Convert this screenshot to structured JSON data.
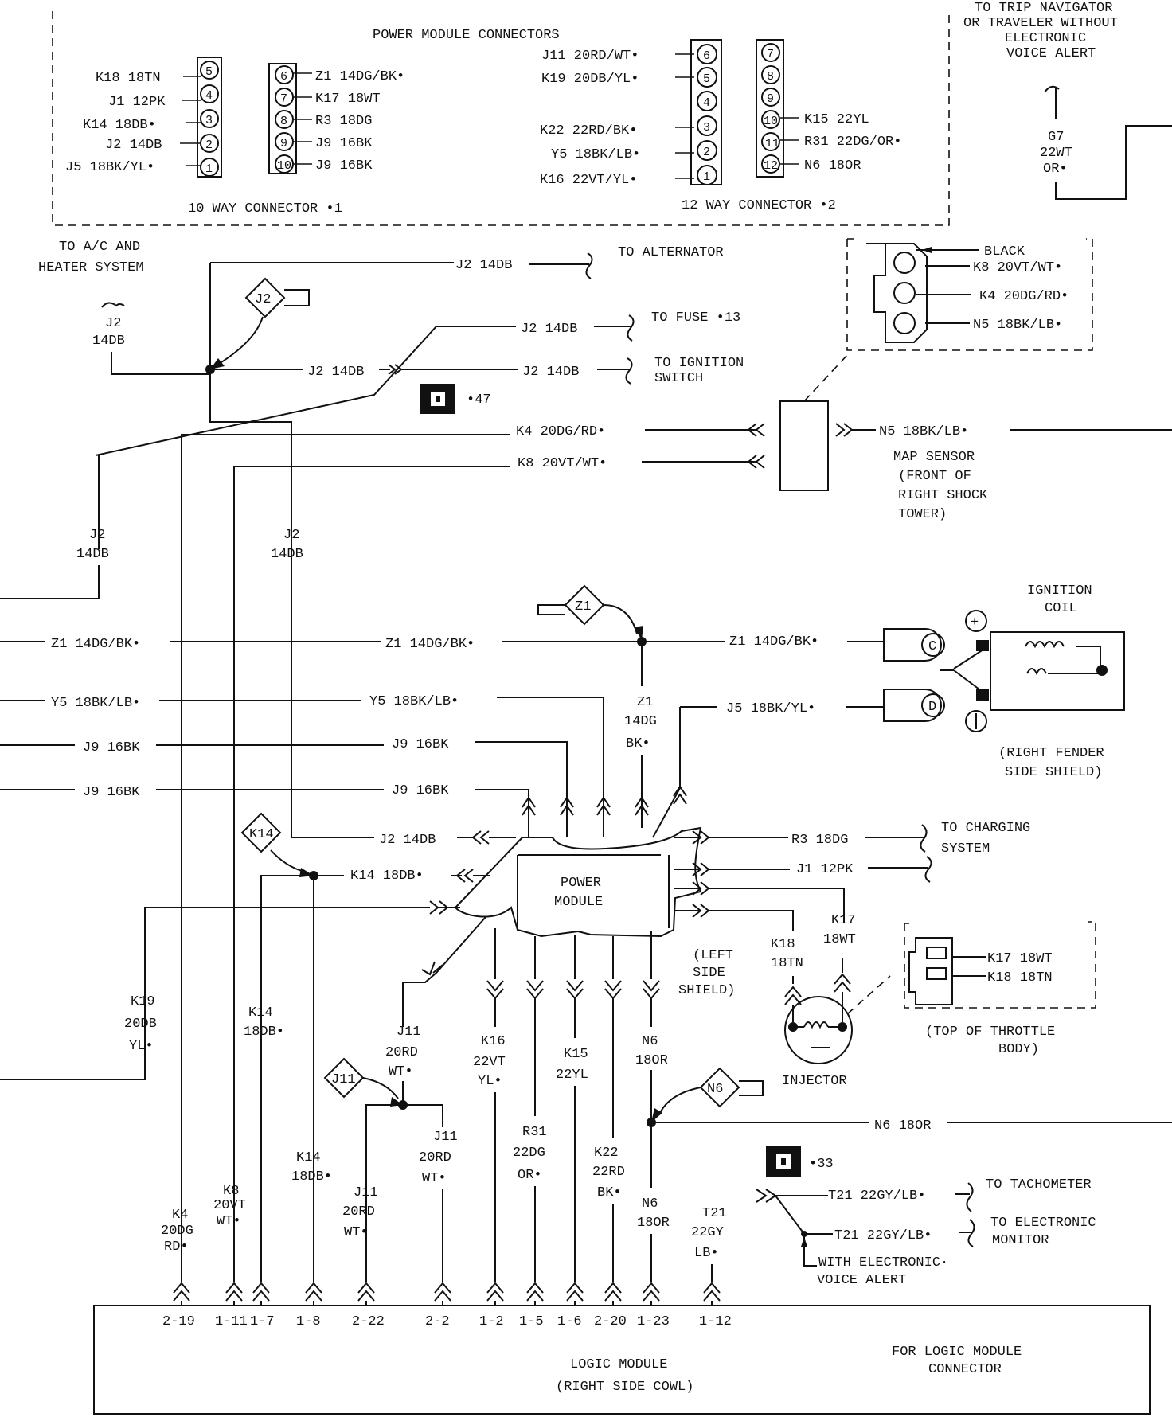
{
  "top_right": {
    "line1": "TO TRIP NAVIGATOR",
    "line2": "OR TRAVELER WITHOUT",
    "line3": "ELECTRONIC",
    "line4": "VOICE ALERT"
  },
  "pm_connectors": {
    "title": "POWER MODULE CONNECTORS",
    "c10_caption": "10 WAY CONNECTOR •1",
    "c12_caption": "12 WAY CONNECTOR •2",
    "c10_left": [
      {
        "pin": "5",
        "wire": "K18 18TN"
      },
      {
        "pin": "4",
        "wire": "J1 12PK"
      },
      {
        "pin": "3",
        "wire": "K14 18DB•"
      },
      {
        "pin": "2",
        "wire": "J2 14DB"
      },
      {
        "pin": "1",
        "wire": "J5 18BK/YL•"
      }
    ],
    "c10_right": [
      {
        "pin": "6",
        "wire": "Z1 14DG/BK•"
      },
      {
        "pin": "7",
        "wire": "K17 18WT"
      },
      {
        "pin": "8",
        "wire": "R3 18DG"
      },
      {
        "pin": "9",
        "wire": "J9 16BK"
      },
      {
        "pin": "10",
        "wire": "J9 16BK"
      }
    ],
    "c12_left": [
      {
        "pin": "6",
        "wire": "J11 20RD/WT•"
      },
      {
        "pin": "5",
        "wire": "K19 20DB/YL•"
      },
      {
        "pin": "4",
        "wire": ""
      },
      {
        "pin": "3",
        "wire": "K22 22RD/BK•"
      },
      {
        "pin": "2",
        "wire": "Y5 18BK/LB•"
      },
      {
        "pin": "1",
        "wire": "K16 22VT/YL•"
      }
    ],
    "c12_right": [
      {
        "pin": "7",
        "wire": ""
      },
      {
        "pin": "8",
        "wire": ""
      },
      {
        "pin": "9",
        "wire": ""
      },
      {
        "pin": "10",
        "wire": "K15 22YL"
      },
      {
        "pin": "11",
        "wire": "R31 22DG/OR•"
      },
      {
        "pin": "12",
        "wire": "N6 18OR"
      }
    ]
  },
  "g7": {
    "name": "G7",
    "gauge": "22WT",
    "color": "OR•"
  },
  "labels": {
    "ac_heater_1": "TO A/C AND",
    "ac_heater_2": "HEATER SYSTEM",
    "j2_name": "J2",
    "j2_gauge": "14DB",
    "j2_alt": "J2 14DB",
    "to_alternator": "TO ALTERNATOR",
    "j2_fuse": "J2 14DB",
    "to_fuse": "TO FUSE •13",
    "j2_mid": "J2 14DB",
    "j2_ign": "J2 14DB",
    "to_ign_1": "TO IGNITION",
    "to_ign_2": "SWITCH",
    "splice_47": "•47",
    "k4": "K4 20DG/RD•",
    "k8": "K8 20VT/WT•",
    "n5": "N5 18BK/LB•",
    "map_1": "MAP SENSOR",
    "map_2": "(FRONT OF",
    "map_3": "RIGHT SHOCK",
    "map_4": "TOWER)",
    "map_black": "BLACK",
    "map_k8": "K8 20VT/WT•",
    "map_k4": "K4 20DG/RD•",
    "map_n5": "N5 18BK/LB•",
    "j2_v1a": "J2",
    "j2_v1b": "14DB",
    "j2_v2a": "J2",
    "j2_v2b": "14DB",
    "ign_coil_1": "IGNITION",
    "ign_coil_2": "COIL",
    "z1_left": "Z1 14DG/BK•",
    "z1_mid": "Z1 14DG/BK•",
    "z1_right": "Z1 14DG/BK•",
    "y5_left": "Y5 18BK/LB•",
    "y5_mid": "Y5 18BK/LB•",
    "z1_v_1": "Z1",
    "z1_v_2": "14DG",
    "z1_v_3": "BK•",
    "j5": "J5 18BK/YL•",
    "coil_plus": "+",
    "coil_c": "C",
    "coil_d": "D",
    "fender_1": "(RIGHT FENDER",
    "fender_2": "SIDE SHIELD)",
    "j9_left1": "J9 16BK",
    "j9_mid1": "J9 16BK",
    "j9_left2": "J9 16BK",
    "j9_mid2": "J9 16BK",
    "j2_pm": "J2 14DB",
    "r3": "R3 18DG",
    "to_charging_1": "TO CHARGING",
    "to_charging_2": "SYSTEM",
    "j1": "J1 12PK",
    "k14_pm": "K14 18DB•",
    "pm_1": "POWER",
    "pm_2": "MODULE",
    "k17_a": "K17",
    "k17_b": "18WT",
    "k18_a": "K18",
    "k18_b": "18TN",
    "inj_k17": "K17 18WT",
    "inj_k18": "K18 18TN",
    "throttle_1": "(TOP OF THROTTLE",
    "throttle_2": "BODY)",
    "left_shield_1": "(LEFT",
    "left_shield_2": "SIDE",
    "left_shield_3": "SHIELD)",
    "injector": "INJECTOR",
    "k19_a": "K19",
    "k19_b": "20DB",
    "k19_c": "YL•",
    "k14_a": "K14",
    "k14_b": "18DB•",
    "j11_a": "J11",
    "j11_b": "20RD",
    "j11_c": "WT•",
    "k16_a": "K16",
    "k16_b": "22VT",
    "k16_c": "YL•",
    "k15_a": "K15",
    "k15_b": "22YL",
    "n6_a": "N6",
    "n6_b": "18OR",
    "n6_right": "N6 18OR",
    "r31_a": "R31",
    "r31_b": "22DG",
    "r31_c": "OR•",
    "k22_a": "K22",
    "k22_b": "22RD",
    "k22_c": "BK•",
    "j11r_a": "J11",
    "j11r_b": "20RD",
    "j11r_c": "WT•",
    "j11l_a": "J11",
    "j11l_b": "20RD",
    "j11l_c": "WT•",
    "k14l_a": "K14",
    "k14l_b": "18DB•",
    "k8_a": "K8",
    "k8_b": "20VT",
    "k8_c": "WT•",
    "k4_a": "K4",
    "k4_b": "20DG",
    "k4_c": "RD•",
    "n6l_a": "N6",
    "n6l_b": "18OR",
    "t21_a": "T21",
    "t21_b": "22GY",
    "t21_c": "LB•",
    "splice_33": "•33",
    "t21_tach": "T21 22GY/LB•",
    "to_tach": "TO TACHOMETER",
    "t21_mon": "T21 22GY/LB•",
    "to_mon_1": "TO ELECTRONIC",
    "to_mon_2": "MONITOR",
    "voice_1": "WITH ELECTRONIC·",
    "voice_2": "VOICE ALERT",
    "lm_1": "LOGIC MODULE",
    "lm_2": "(RIGHT SIDE COWL)",
    "lm_conn_1": "FOR LOGIC MODULE",
    "lm_conn_2": "CONNECTOR"
  },
  "logic_pins": [
    "2-19",
    "1-11",
    "1-7",
    "1-8",
    "2-22",
    "2-2",
    "1-2",
    "1-5",
    "1-6",
    "2-20",
    "1-23",
    "1-12"
  ],
  "diamonds": {
    "j2": "J2",
    "z1": "Z1",
    "k14": "K14",
    "j11": "J11",
    "n6": "N6"
  }
}
